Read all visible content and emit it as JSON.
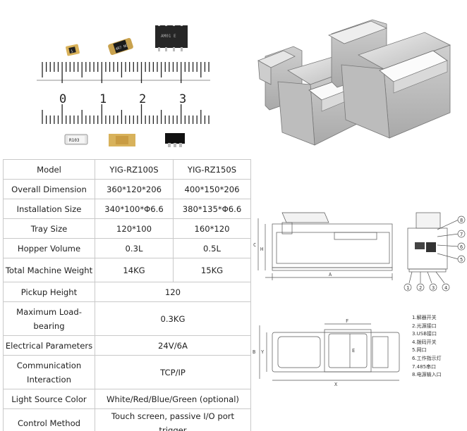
{
  "ruler": {
    "numbers": [
      "0",
      "1",
      "2",
      "3"
    ],
    "chip_marks": [
      "1",
      "4R7 NC",
      "AM01 E",
      "R103"
    ]
  },
  "spec_table": {
    "header": {
      "label": "Model",
      "models": [
        "YIG-RZ100S",
        "YIG-RZ150S"
      ]
    },
    "rows": [
      {
        "label": "Overall Dimension",
        "values": [
          "360*120*206",
          "400*150*206"
        ]
      },
      {
        "label": "Installation Size",
        "values": [
          "340*100*Φ6.6",
          "380*135*Φ6.6"
        ]
      },
      {
        "label": "Tray Size",
        "values": [
          "120*100",
          "160*120"
        ]
      },
      {
        "label": "Hopper Volume",
        "values": [
          "0.3L",
          "0.5L"
        ]
      },
      {
        "label": "Total Machine Weight",
        "values": [
          "14KG",
          "15KG"
        ]
      }
    ],
    "merged_rows": [
      {
        "label": "Pickup Height",
        "value": "120"
      },
      {
        "label": "Maximum Load-bearing",
        "value": "0.3KG"
      },
      {
        "label": "Electrical Parameters",
        "value": "24V/6A"
      },
      {
        "label": "Communication Interaction",
        "value": "TCP/IP"
      },
      {
        "label": "Light Source Color",
        "value": "White/Red/Blue/Green (optional)"
      },
      {
        "label": "Control Method",
        "value": "Touch screen, passive I/O port trigger"
      }
    ]
  },
  "drawings": {
    "side_labels": {
      "length": "A",
      "height_outer": "C",
      "height_inner": "H"
    },
    "front_callouts": [
      "1",
      "2",
      "3",
      "4",
      "5",
      "6",
      "7",
      "8"
    ],
    "top_labels": {
      "length": "X",
      "width_outer": "B",
      "width_inner": "Y",
      "tray_w": "F",
      "tray_h": "E"
    },
    "legend": [
      "1.解器开关",
      "2.光源接口",
      "3.USB接口",
      "4.拨码开关",
      "5.网口",
      "6.工作指示灯",
      "7.485串口",
      "8.电源输入口"
    ]
  }
}
